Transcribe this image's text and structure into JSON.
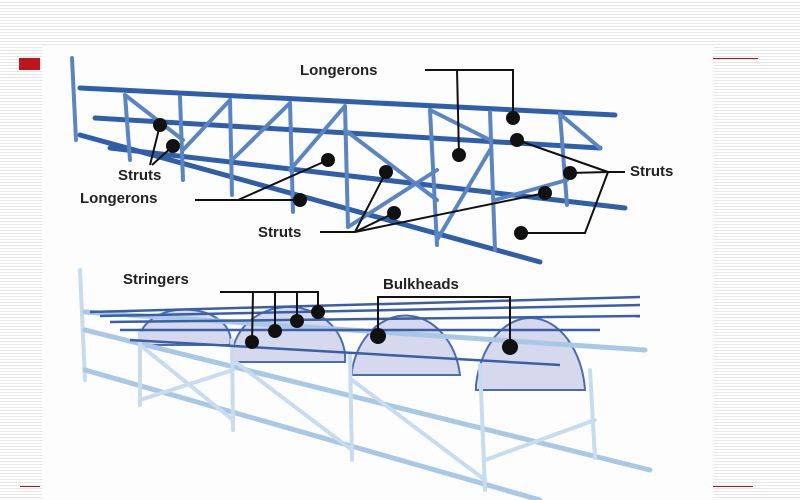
{
  "slide": {
    "accent_color": "#c0141c",
    "bullet_icon": "red-square-bullet"
  },
  "diagram": {
    "top_truss": {
      "labels": {
        "longerons_top": "Longerons",
        "struts_left": "Struts",
        "longerons_left": "Longerons",
        "struts_bottom": "Struts",
        "struts_right": "Struts"
      }
    },
    "bottom_monocoque": {
      "labels": {
        "stringers": "Stringers",
        "bulkheads": "Bulkheads"
      }
    },
    "colors": {
      "truss_dark": "#2f5fa8",
      "truss_light": "#a9c8e6",
      "bulkhead_fill": "#d6d8ee"
    }
  }
}
